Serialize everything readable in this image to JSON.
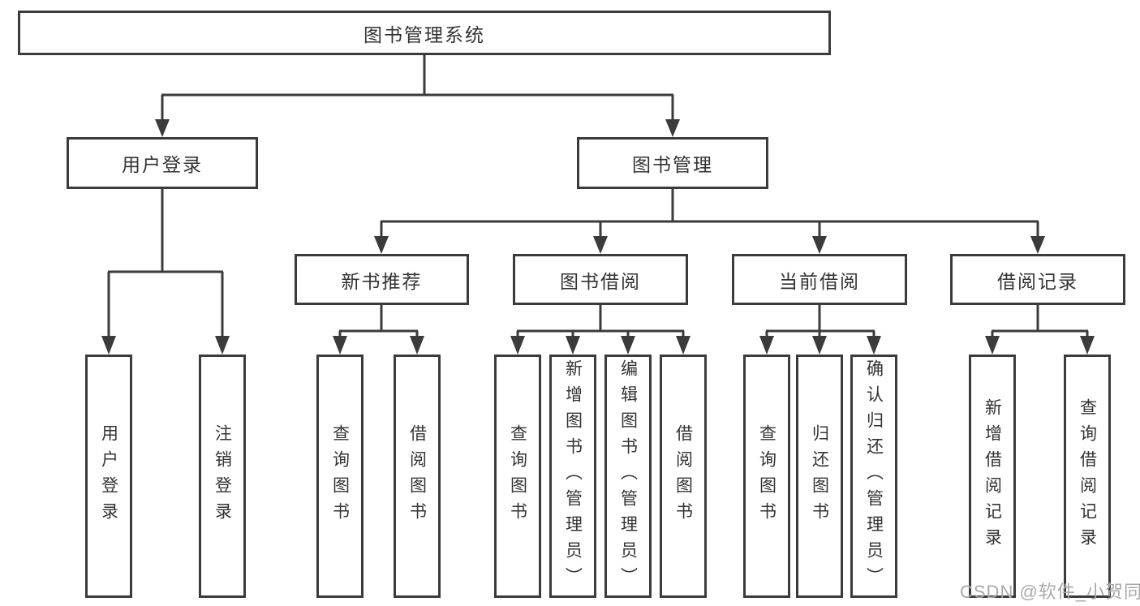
{
  "diagram": {
    "nodes": {
      "root": "图书管理系统",
      "user_login": "用户登录",
      "book_management": "图书管理",
      "new_book_recommend": "新书推荐",
      "book_borrow": "图书借阅",
      "current_borrow": "当前借阅",
      "borrow_records": "借阅记录",
      "leaf_user_login": "用户登录",
      "leaf_logout": "注销登录",
      "leaf_query_book_1": "查询图书",
      "leaf_borrow_book_1": "借阅图书",
      "leaf_query_book_2": "查询图书",
      "leaf_add_book_admin": "新增图书（管理员）",
      "leaf_edit_book_admin": "编辑图书（管理员）",
      "leaf_borrow_book_2": "借阅图书",
      "leaf_query_book_3": "查询图书",
      "leaf_return_book": "归还图书",
      "leaf_confirm_return_admin": "确认归还（管理员）",
      "leaf_add_borrow_record": "新增借阅记录",
      "leaf_query_borrow_record": "查询借阅记录"
    },
    "watermark": "CSDN @软件_小贺同学",
    "colors": {
      "line": "#3b3b3b",
      "border": "#3b3b3b",
      "text": "#333333",
      "background": "#ffffff",
      "watermark": "#a9a9a9"
    }
  }
}
